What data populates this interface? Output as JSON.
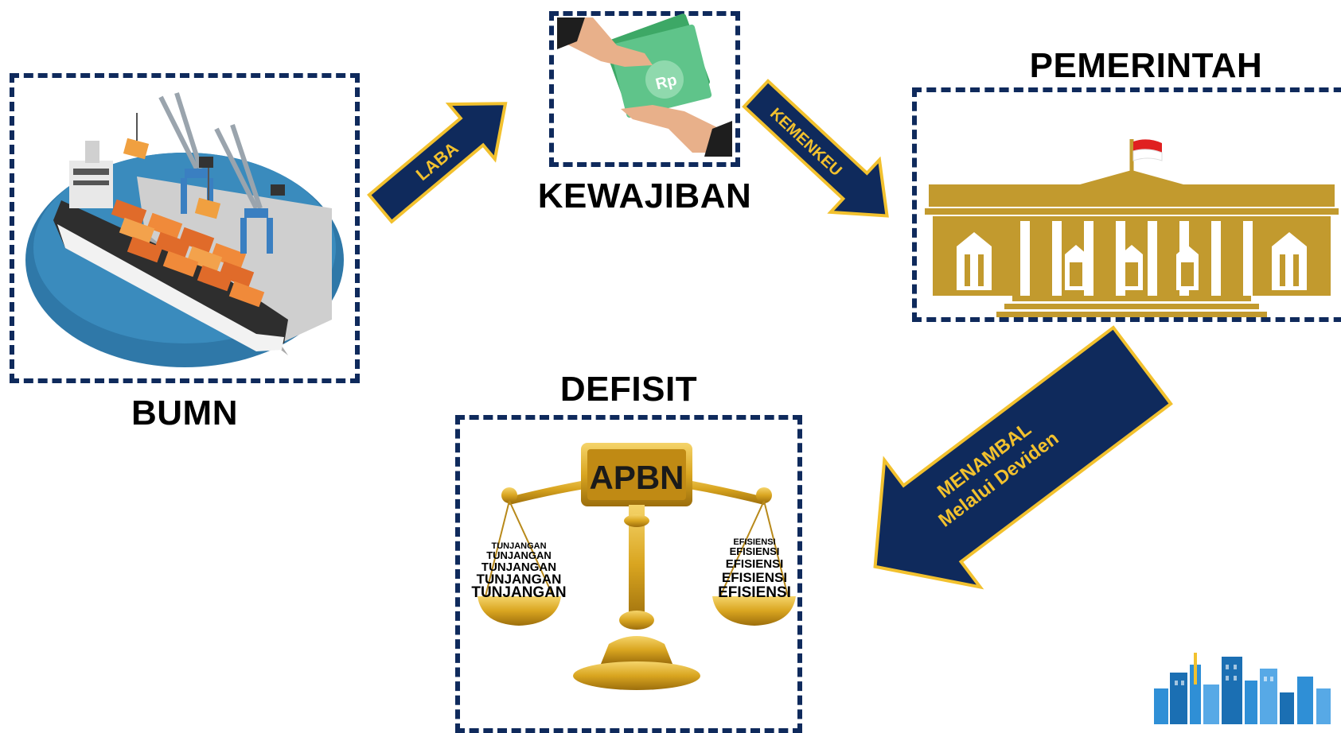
{
  "nodes": {
    "bumn": {
      "label": "BUMN"
    },
    "kewajiban": {
      "label": "KEWAJIBAN",
      "currency_symbol": "Rp"
    },
    "pemerintah": {
      "label": "PEMERINTAH"
    },
    "defisit": {
      "label": "DEFISIT",
      "plaque_text": "APBN",
      "left_pan_text": [
        "TUNJANGAN",
        "TUNJANGAN",
        "TUNJANGAN",
        "TUNJANGAN",
        "TUNJANGAN"
      ],
      "right_pan_text": [
        "EFISIENSI",
        "EFISIENSI",
        "EFISIENSI",
        "EFISIENSI",
        "EFISIENSI"
      ]
    }
  },
  "arrows": {
    "laba": {
      "text": "LABA"
    },
    "kemenkeu": {
      "text": "KEMENKEU"
    },
    "menambal": {
      "line1": "MENAMBAL",
      "line2": "Melalui Deviden"
    }
  },
  "colors": {
    "dash_border": "#0f2a5c",
    "arrow_fill": "#0f2a5c",
    "arrow_outline": "#f2c12e",
    "building_gold": "#c29a2e",
    "scale_gold": "#d9a520",
    "money_green": "#5fc48a"
  }
}
